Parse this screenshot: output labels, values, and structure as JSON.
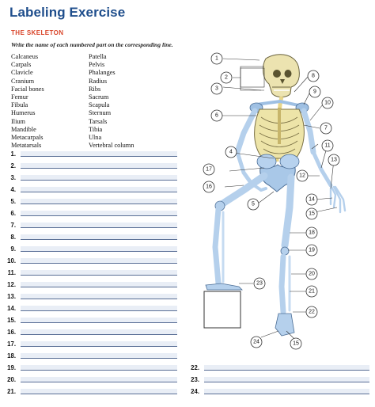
{
  "header": {
    "title": "Labeling Exercise",
    "subtitle": "THE SKELETON",
    "instructions": "Write the name of each numbered part on the corresponding line."
  },
  "word_bank": {
    "column1": [
      "Calcaneus",
      "Carpals",
      "Clavicle",
      "Cranium",
      "Facial bones",
      "Femur",
      "Fibula",
      "Humerus",
      "Ilium",
      "Mandible",
      "Metacarpals",
      "Metatarsals"
    ],
    "column2": [
      "Patella",
      "Pelvis",
      "Phalanges",
      "Radius",
      "Ribs",
      "Sacrum",
      "Scapula",
      "Sternum",
      "Tarsals",
      "Tibia",
      "Ulna",
      "Vertebral column"
    ]
  },
  "answer_lines": {
    "left": [
      "1.",
      "2.",
      "3.",
      "4.",
      "5.",
      "6.",
      "7.",
      "8.",
      "9.",
      "10.",
      "11.",
      "12.",
      "13.",
      "14.",
      "15.",
      "16.",
      "17.",
      "18.",
      "19.",
      "20.",
      "21."
    ],
    "right": [
      "22.",
      "23.",
      "24."
    ]
  },
  "figure": {
    "callouts": [
      "1",
      "2",
      "3",
      "4",
      "5",
      "6",
      "7",
      "8",
      "9",
      "10",
      "11",
      "12",
      "13",
      "14",
      "15",
      "16",
      "17",
      "18",
      "19",
      "20",
      "21",
      "22",
      "23",
      "24",
      "15"
    ]
  }
}
